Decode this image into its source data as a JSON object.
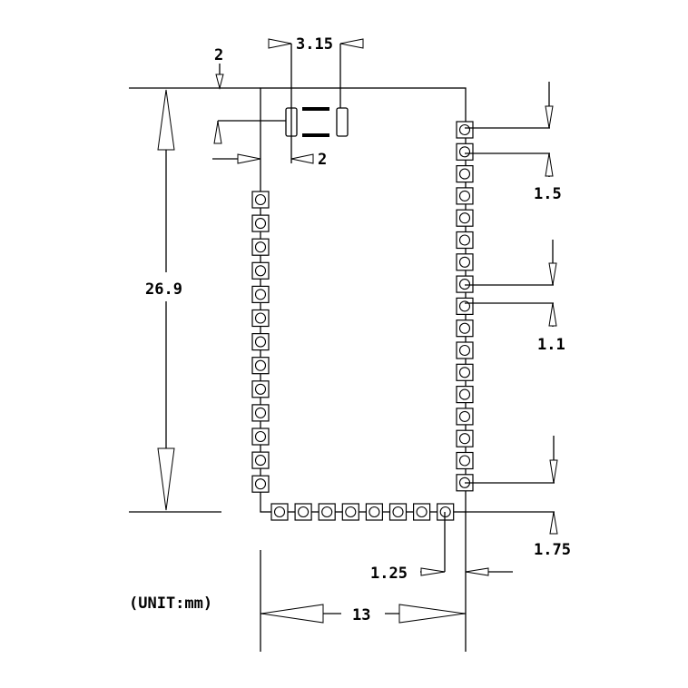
{
  "dimensions": {
    "top_left_two": "2",
    "antenna_width": "3.15",
    "antenna_offset": "2",
    "height": "26.9",
    "pitch_top": "1.5",
    "pitch_side": "1.1",
    "pitch_bottom_right": "1.75",
    "pitch_bottom": "1.25",
    "width": "13"
  },
  "unit_label": "(UNIT:mm)",
  "pads": {
    "left_column_count": 13,
    "right_column_count": 17,
    "bottom_row_count": 8
  }
}
